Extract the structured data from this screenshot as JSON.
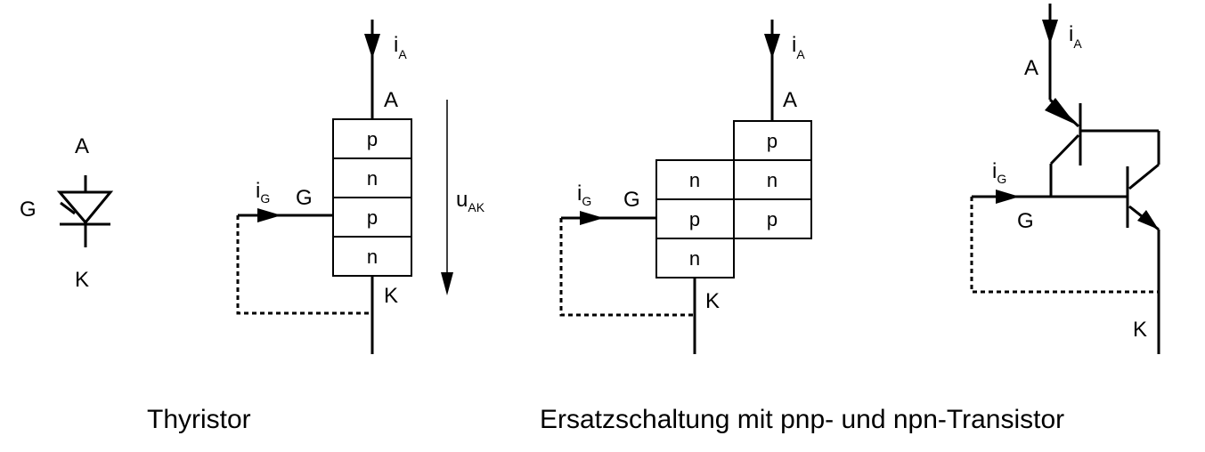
{
  "captions": {
    "thyristor": "Thyristor",
    "equivalent": "Ersatzschaltung mit pnp- und npn-Transistor"
  },
  "terminals": {
    "anode": "A",
    "gate": "G",
    "cathode": "K"
  },
  "currents": {
    "anode": {
      "main": "i",
      "sub": "A"
    },
    "gate": {
      "main": "i",
      "sub": "G"
    }
  },
  "voltage": {
    "main": "u",
    "sub": "AK"
  },
  "layers": {
    "thyristor": [
      "p",
      "n",
      "p",
      "n"
    ],
    "pnp_part": [
      "p",
      "n",
      "p"
    ],
    "npn_part": [
      "n",
      "p",
      "n"
    ]
  }
}
